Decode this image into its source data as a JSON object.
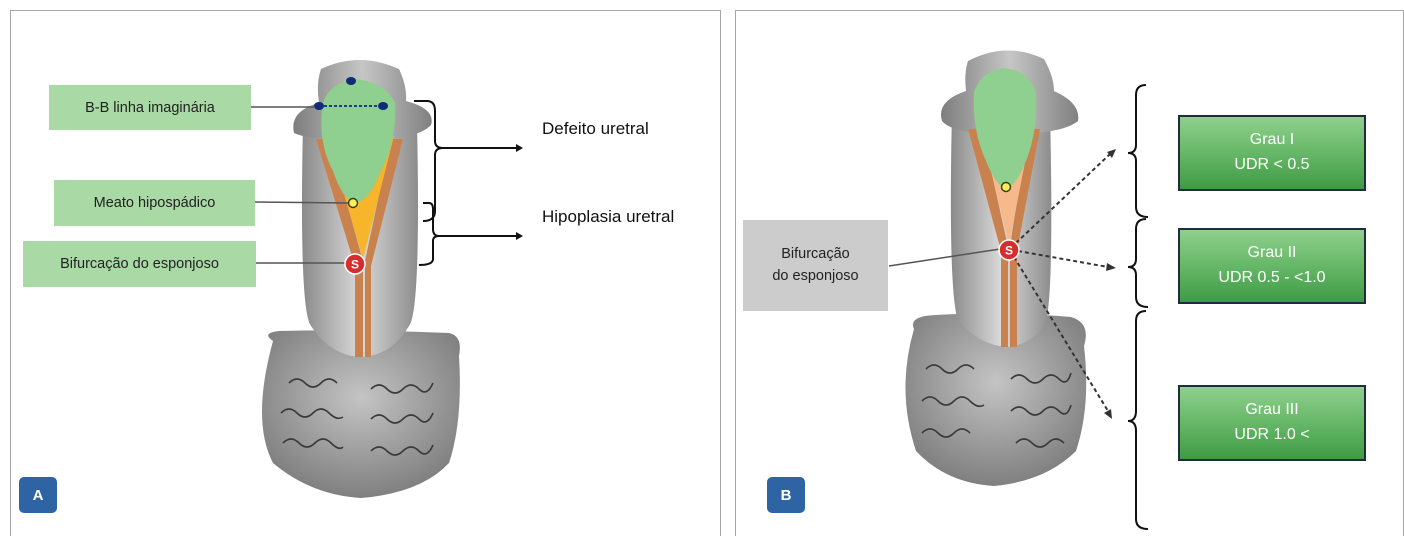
{
  "panel_a": {
    "badge": "A",
    "labels": {
      "bb_line": "B-B linha imaginária",
      "meatus": "Meato hipospádico",
      "bifurcation": "Bifurcação do esponjoso"
    },
    "defeito": "Defeito uretral",
    "hipoplasia": "Hipoplasia uretral",
    "marker": "S"
  },
  "panel_b": {
    "badge": "B",
    "bifurcation_line1": "Bifurcação",
    "bifurcation_line2": "do esponjoso",
    "marker": "S",
    "grades": [
      {
        "title": "Grau I",
        "range": "UDR < 0.5"
      },
      {
        "title": "Grau II",
        "range": "UDR 0.5 - <1.0"
      },
      {
        "title": "Grau III",
        "range": "UDR 1.0 <"
      }
    ]
  },
  "colors": {
    "green_label": "#a9d9a4",
    "gray_label": "#cccccc",
    "badge_blue": "#2e63a4",
    "glans_green": "#8fcf8f",
    "urethra_orange": "#f7b52c",
    "urethra_peach": "#f5b98c",
    "spongiosum_brown": "#c9814e",
    "marker_red": "#d62e2e"
  }
}
